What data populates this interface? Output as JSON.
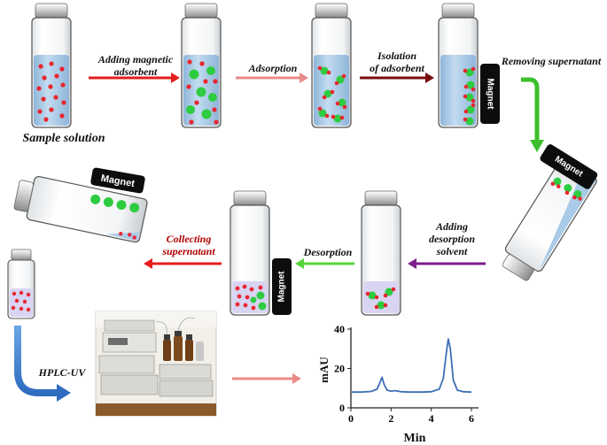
{
  "labels": {
    "sample_solution": "Sample solution",
    "adding_magnetic_adsorbent": "Adding magnetic\nadsorbent",
    "adsorption": "Adsorption",
    "isolation_of_adsorbent": "Isolation\nof adsorbent",
    "removing_supernatant": "Removing supernatant",
    "adding_desorption_solvent": "Adding\ndesorption\nsolvent",
    "desorption": "Desorption",
    "collecting_supernatant": "Collecting\nsupernatant",
    "hplc_uv": "HPLC-UV",
    "magnet": "Magnet"
  },
  "colors": {
    "analyte": "#e8272f",
    "adsorbent": "#2ecc40",
    "solution": "#a9cbe8",
    "arrow_red": "#e61c1c",
    "arrow_pink": "#ea8a88",
    "arrow_darkred": "#7a0d0d",
    "arrow_green": "#3bbf2a",
    "arrow_purple": "#7a1f8a",
    "arrow_lightgreen": "#55d43a",
    "arrow_blue": "#3a7fd0",
    "chromatogram_line": "#3d6fb5"
  },
  "chart_data": {
    "type": "line",
    "xlabel": "Min",
    "ylabel": "mAU",
    "xlim": [
      0,
      6
    ],
    "ylim": [
      0,
      40
    ],
    "xticks": [
      "0",
      "2",
      "4",
      "6"
    ],
    "yticks": [
      "0",
      "20",
      "40"
    ],
    "x": [
      0,
      0.5,
      1.0,
      1.3,
      1.45,
      1.55,
      1.65,
      1.8,
      2.0,
      2.2,
      2.5,
      3.0,
      3.5,
      4.0,
      4.4,
      4.6,
      4.75,
      4.85,
      4.95,
      5.1,
      5.3,
      5.6,
      6.0
    ],
    "series": [
      {
        "values": [
          8,
          8,
          8.3,
          9.5,
          13,
          15.5,
          12,
          9,
          8.5,
          8.7,
          8.2,
          8,
          8,
          8.2,
          9.5,
          15,
          28,
          35,
          30,
          14,
          9,
          8.2,
          8
        ]
      }
    ]
  }
}
